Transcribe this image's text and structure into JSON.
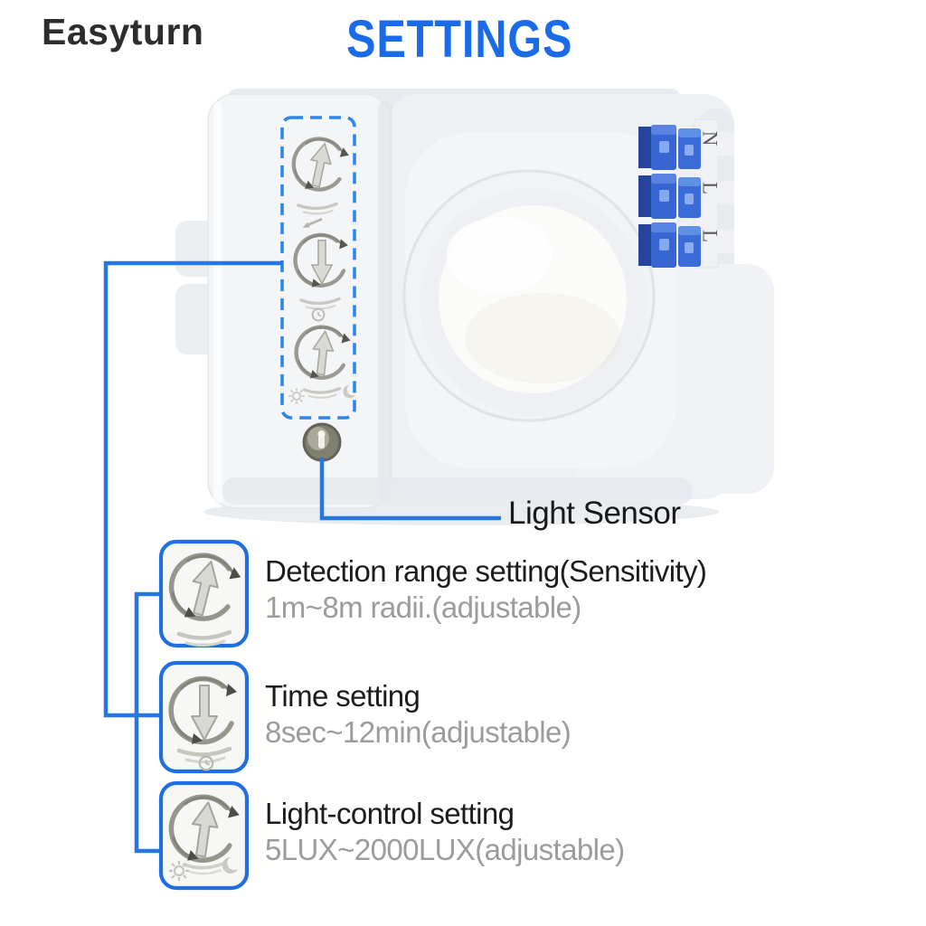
{
  "header": {
    "brand": "Easyturn",
    "title": "SETTINGS"
  },
  "device": {
    "name": "microwave motion sensor switch",
    "terminal_labels": [
      "N",
      "L",
      "L"
    ]
  },
  "callouts": {
    "light_sensor": {
      "label": "Light Sensor"
    },
    "settings": [
      {
        "id": "detection-range",
        "title": "Detection range setting(Sensitivity)",
        "subtitle": "1m~8m radii.(adjustable)",
        "dial_direction": "up"
      },
      {
        "id": "time",
        "title": "Time setting",
        "subtitle": "8sec~12min(adjustable)",
        "dial_direction": "down"
      },
      {
        "id": "light-control",
        "title": "Light-control setting",
        "subtitle": "5LUX~2000LUX(adjustable)",
        "dial_direction": "up"
      }
    ]
  },
  "icons": {
    "rotary-dial-icon": "circular dial with rotation arrows",
    "clock-icon": "small clock under time dial",
    "sun-icon": "sun under light-control dial",
    "moon-icon": "crescent moon under light-control dial",
    "light-sensor-icon": "round photocell lens"
  },
  "colors": {
    "accent_blue": "#2677e2",
    "title_blue": "#1a6be8",
    "dashed_box_blue": "#2e86ea",
    "terminal_blue": "#3766d3",
    "terminal_navy": "#27449c",
    "text_dark": "#1c1c1c",
    "text_gray": "#9c9c9c",
    "body_white": "#f0f2f5"
  }
}
